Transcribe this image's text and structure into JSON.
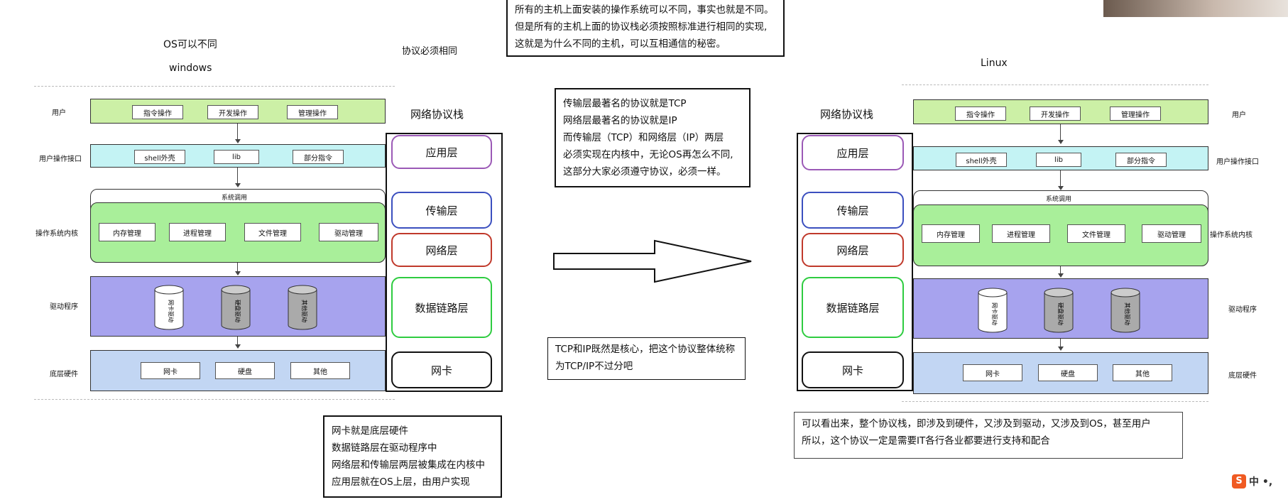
{
  "left": {
    "os_heading": "OS可以不同",
    "os_name": "windows",
    "protocol_same": "协议必须相同",
    "layers": {
      "user": "用户",
      "user_iface": "用户操作接口",
      "kernel": "操作系统内核",
      "driver": "驱动程序",
      "hardware": "底层硬件"
    },
    "user_items": [
      "指令操作",
      "开发操作",
      "管理操作"
    ],
    "iface_items": [
      "shell外壳",
      "lib",
      "部分指令"
    ],
    "syscall": "系统调用",
    "kernel_items": [
      "内存管理",
      "进程管理",
      "文件管理",
      "驱动管理"
    ],
    "driver_items": [
      "网卡驱动",
      "硬盘驱动",
      "其他驱动"
    ],
    "hw_items": [
      "网卡",
      "硬盘",
      "其他"
    ],
    "stack_title": "网络协议栈",
    "stack": [
      "应用层",
      "传输层",
      "网络层",
      "数据链路层",
      "网卡"
    ]
  },
  "right": {
    "os_name": "Linux",
    "stack_title": "网络协议栈",
    "stack": [
      "应用层",
      "传输层",
      "网络层",
      "数据链路层",
      "网卡"
    ],
    "layers": {
      "user": "用户",
      "user_iface": "用户操作接口",
      "kernel": "操作系统内核",
      "driver": "驱动程序",
      "hardware": "底层硬件"
    },
    "user_items": [
      "指令操作",
      "开发操作",
      "管理操作"
    ],
    "iface_items": [
      "shell外壳",
      "lib",
      "部分指令"
    ],
    "syscall": "系统调用",
    "kernel_items": [
      "内存管理",
      "进程管理",
      "文件管理",
      "驱动管理"
    ],
    "driver_items": [
      "网卡驱动",
      "硬盘驱动",
      "其他驱动"
    ],
    "hw_items": [
      "网卡",
      "硬盘",
      "其他"
    ]
  },
  "notes": {
    "top": [
      "所有的主机上面安装的操作系统可以不同，事实也就是不同。",
      "但是所有的主机上面的协议栈必须按照标准进行相同的实现,",
      "这就是为什么不同的主机，可以互相通信的秘密。"
    ],
    "mid": [
      "传输层最著名的协议就是TCP",
      "网络层最著名的协议就是IP",
      "而传输层（TCP）和网络层（IP）两层",
      "必须实现在内核中，无论OS再怎么不同,",
      "这部分大家必须遵守协议，必须一样。"
    ],
    "tcpip": [
      "TCP和IP既然是核心，把这个协议整体统称",
      "为TCP/IP不过分吧"
    ],
    "bottom_left": [
      "网卡就是底层硬件",
      "数据链路层在驱动程序中",
      "网络层和传输层两层被集成在内核中",
      "应用层就在OS上层，由用户实现"
    ],
    "bottom_right": [
      "可以看出来，整个协议栈，即涉及到硬件，又涉及到驱动，又涉及到OS，甚至用户",
      "所以，这个协议一定是需要IT各行各业都要进行支持和配合"
    ]
  },
  "colors": {
    "user_band": "#ccf0a6",
    "iface_band": "#c4f3f4",
    "kernel_band": "#a9ef9a",
    "driver_band": "#a7a3ee",
    "hw_band": "#c2d6f3",
    "app_layer": "#9b59b6",
    "transport_layer": "#3b4fbf",
    "network_layer": "#c0392b",
    "datalink_layer": "#2ecc40",
    "nic_layer": "#111111"
  }
}
